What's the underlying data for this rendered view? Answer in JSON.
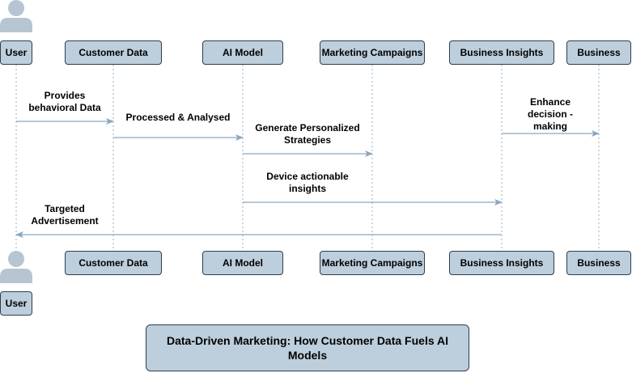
{
  "colors": {
    "box_fill": "#bdcedc",
    "box_stroke": "#2f3e4c",
    "lifeline": "#a9bccc",
    "arrow": "#8aa6bf",
    "actor_fill": "#b7c5d2"
  },
  "participants": [
    {
      "id": "user",
      "label": "User",
      "kind": "actor"
    },
    {
      "id": "customer_data",
      "label": "Customer Data",
      "kind": "box"
    },
    {
      "id": "ai_model",
      "label": "AI Model",
      "kind": "box"
    },
    {
      "id": "marketing_campaigns",
      "label": "Marketing Campaigns",
      "kind": "box"
    },
    {
      "id": "business_insights",
      "label": "Business Insights",
      "kind": "box"
    },
    {
      "id": "business",
      "label": "Business",
      "kind": "box"
    }
  ],
  "messages": [
    {
      "from": "user",
      "to": "customer_data",
      "label_lines": [
        "Provides",
        "behavioral Data"
      ]
    },
    {
      "from": "customer_data",
      "to": "ai_model",
      "label_lines": [
        "Processed & Analysed"
      ]
    },
    {
      "from": "ai_model",
      "to": "marketing_campaigns",
      "label_lines": [
        "Generate Personalized",
        "Strategies"
      ]
    },
    {
      "from": "business_insights",
      "to": "business",
      "label_lines": [
        "Enhance",
        "decision -",
        "making"
      ]
    },
    {
      "from": "ai_model",
      "to": "business_insights",
      "label_lines": [
        "Device actionable",
        "insights"
      ]
    },
    {
      "from": "business_insights",
      "to": "user",
      "label_lines": [
        "Targeted",
        "Advertisement"
      ]
    }
  ],
  "title": "Data-Driven Marketing: How Customer Data Fuels AI Models"
}
